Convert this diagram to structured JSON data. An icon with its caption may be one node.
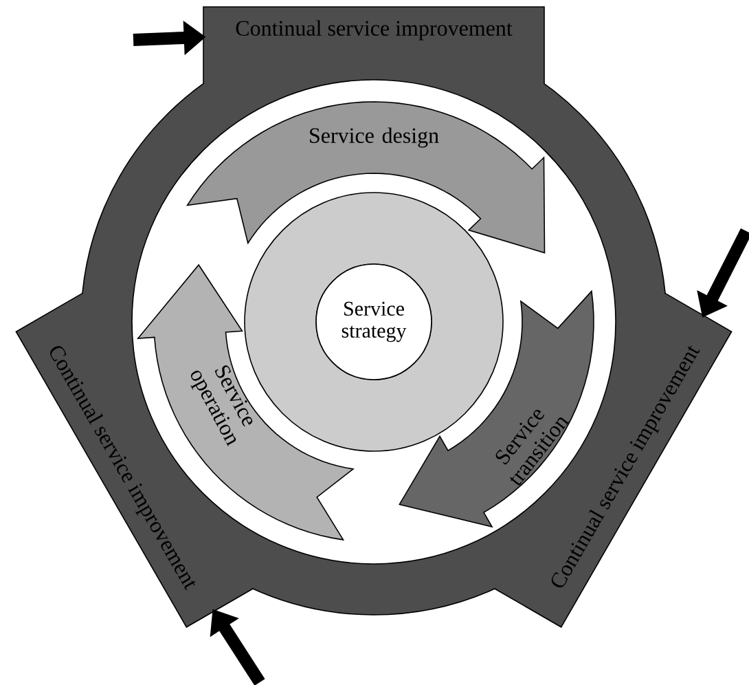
{
  "diagram": {
    "nodes": [
      {
        "text": [
          "Continual service improvement"
        ]
      },
      {
        "text": [
          "Continual service improvement"
        ]
      },
      {
        "text": [
          "Continual service improvement"
        ]
      },
      {
        "text": [
          "Service design"
        ]
      },
      {
        "text": [
          "Service transition"
        ]
      },
      {
        "text": [
          "Service operation"
        ]
      },
      {
        "text": [
          "Service strategy"
        ]
      }
    ],
    "edges": [
      {
        "from": null,
        "to": 0,
        "arrow": "to"
      },
      {
        "from": null,
        "to": 1,
        "arrow": "to"
      },
      {
        "from": null,
        "to": 2,
        "arrow": "to"
      }
    ]
  }
}
